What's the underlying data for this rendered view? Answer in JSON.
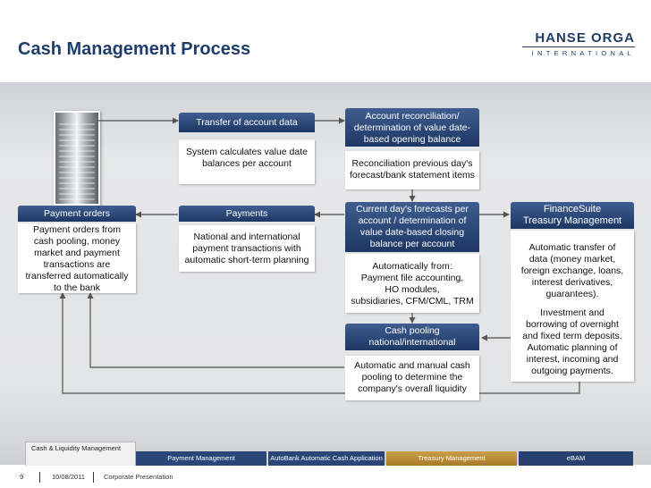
{
  "header": {
    "title": "Cash Management Process",
    "logo_line1": "HANSE ORGA",
    "logo_line2": "INTERNATIONAL"
  },
  "boxes": {
    "transfer": {
      "title": "Transfer of account data",
      "body": [
        "System calculates value date",
        "balances per account"
      ]
    },
    "reconcile": {
      "title": [
        "Account reconciliation/",
        "determination of value date-",
        "based opening balance"
      ],
      "body": [
        "Reconciliation previous day's",
        "forecast/bank statement items"
      ]
    },
    "payment_orders": {
      "title": "Payment orders",
      "body": [
        "Payment orders from",
        "cash pooling, money",
        "market and payment",
        "transactions are",
        "transferred automatically",
        "to the bank"
      ]
    },
    "payments": {
      "title": "Payments",
      "body": [
        "National and international",
        "payment transactions with",
        "automatic short-term planning"
      ]
    },
    "forecasts": {
      "title": [
        "Current day's forecasts per",
        "account / determination of",
        "value date-based closing",
        "balance per account"
      ],
      "body": [
        "Automatically from:",
        "Payment file accounting,",
        "HO modules,",
        "subsidiaries, CFM/CML, TRM"
      ]
    },
    "financesuite": {
      "title": [
        "FinanceSuite",
        "Treasury Management"
      ],
      "body": [
        "Automatic transfer of",
        "data (money market,",
        "foreign exchange, loans,",
        "interest derivatives,",
        "guarantees).",
        "",
        "Investment and",
        "borrowing of overnight",
        "and fixed term deposits.",
        "Automatic planning of",
        "interest, incoming and",
        "outgoing payments."
      ]
    },
    "cashpooling": {
      "title": [
        "Cash pooling",
        "national/international"
      ],
      "body": [
        "Automatic and manual cash",
        "pooling to determine the",
        "company's overall liquidity"
      ]
    }
  },
  "tabs": {
    "cash_liquidity": "Cash & Liquidity Management",
    "payment_mgmt": "Payment Management",
    "autobank": "AutoBank Automatic Cash Application",
    "treasury": "Treasury Management",
    "ebam": "eBAM"
  },
  "colors": {
    "header_blue": "#1d3764",
    "tab_blue": "#2a4577",
    "tab_gold": "#b8862b",
    "tab_navy": "#27406d"
  },
  "footer": {
    "page": "9",
    "date": "10/08/2011",
    "label": "Corporate Presentation"
  }
}
